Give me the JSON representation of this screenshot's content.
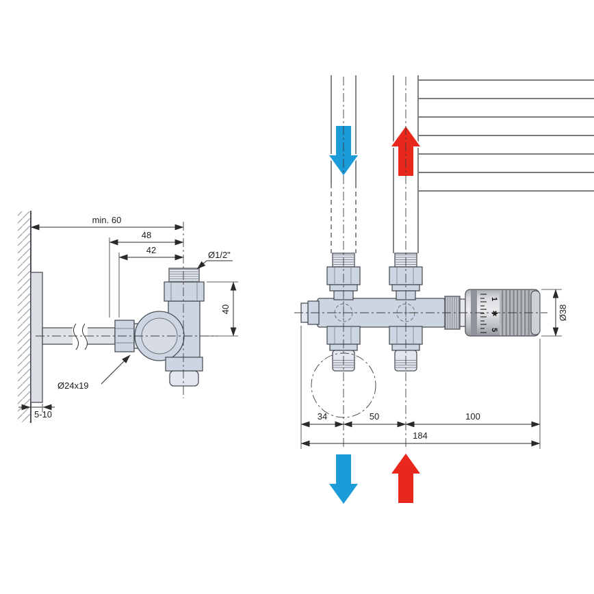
{
  "meta": {
    "title": "Towel radiator valve installation diagram"
  },
  "left_view": {
    "dim_min60": "min. 60",
    "dim_48": "48",
    "dim_42": "42",
    "thread_label": "Ø1/2\"",
    "dim_40": "40",
    "nut_label": "Ø24x19",
    "dim_wall_gap": "5-10"
  },
  "right_view": {
    "dim_34": "34",
    "dim_50": "50",
    "dim_100": "100",
    "dim_184": "184",
    "head_diameter": "Ø38",
    "head_scale": {
      "one": "1",
      "frost": "✱",
      "five": "5"
    }
  },
  "colors": {
    "flow_down": "#1b9cd8",
    "flow_up": "#e8271d",
    "part_fill": "#cdd4e2",
    "part_fill_light": "#e2e6ee"
  }
}
